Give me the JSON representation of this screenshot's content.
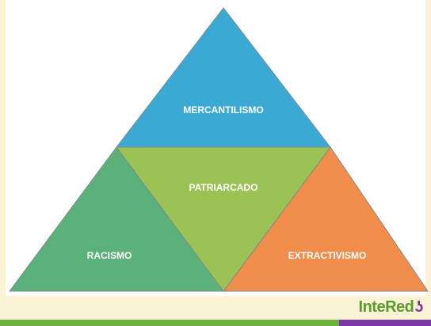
{
  "diagram": {
    "nodes": [
      {
        "id": "top",
        "label": "MERCANTILISMO",
        "color": "#3aa9d3"
      },
      {
        "id": "center",
        "label": "PATRIARCADO",
        "color": "#9ac254"
      },
      {
        "id": "left",
        "label": "RACISMO",
        "color": "#5cb07a"
      },
      {
        "id": "right",
        "label": "EXTRACTIVISMO",
        "color": "#f08d4b"
      }
    ]
  },
  "brand": {
    "name": "InteRed",
    "mark": "ʖ"
  },
  "colors": {
    "background": "#fbf3d6",
    "panel": "#ffffff",
    "brand_green": "#6cb33e",
    "brand_purple": "#7a3aa0"
  }
}
